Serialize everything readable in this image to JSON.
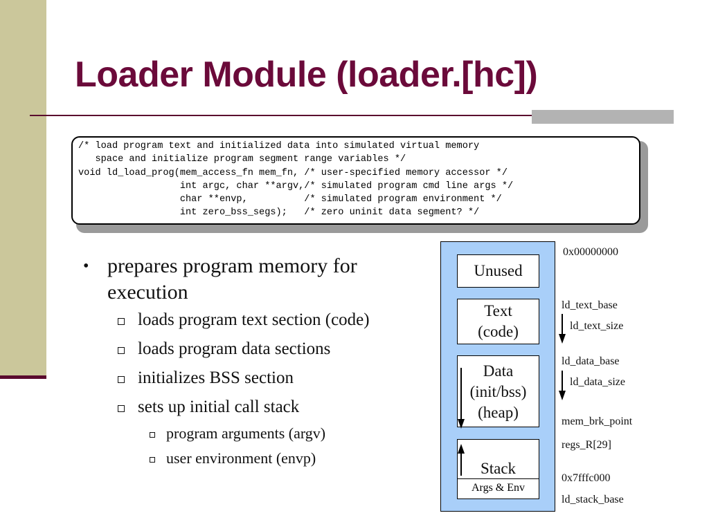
{
  "slide": {
    "title": "Loader Module (loader.[hc])"
  },
  "code": {
    "lines": [
      "/* load program text and initialized data into simulated virtual memory",
      "   space and initialize program segment range variables */",
      "void ld_load_prog(mem_access_fn mem_fn, /* user-specified memory accessor */",
      "                  int argc, char **argv,/* simulated program cmd line args */",
      "                  char **envp,          /* simulated program environment */",
      "                  int zero_bss_segs);   /* zero uninit data segment? */"
    ]
  },
  "bullets": {
    "main": "prepares program memory for execution",
    "sub": [
      "loads program text section (code)",
      "loads program data sections",
      "initializes BSS section",
      "sets up initial call stack"
    ],
    "subsub": [
      "program arguments (argv)",
      "user environment (envp)"
    ]
  },
  "memory_map": {
    "segments": {
      "unused": "Unused",
      "text_1": "Text",
      "text_2": "(code)",
      "data_1": "Data",
      "data_2": "(init/bss)",
      "data_3": "(heap)",
      "stack": "Stack",
      "args_env": "Args & Env"
    },
    "labels": {
      "addr_top": "0x00000000",
      "text_base": "ld_text_base",
      "text_size": "ld_text_size",
      "data_base": "ld_data_base",
      "data_size": "ld_data_size",
      "brk_point": "mem_brk_point",
      "regs": "regs_R[29]",
      "addr_stack": "0x7fffc000",
      "stack_base": "ld_stack_base"
    },
    "colors": {
      "region_fill": "#a9cff9"
    }
  },
  "colors": {
    "title": "#6b0a3a",
    "sidebar": "#cbc79b",
    "rule": "#5a0a2e"
  }
}
